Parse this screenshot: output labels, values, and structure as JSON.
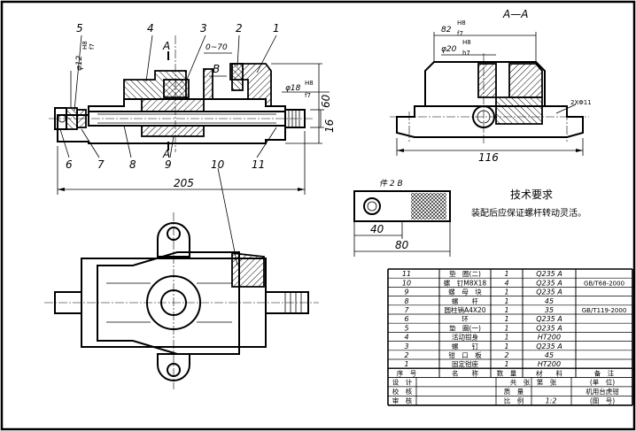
{
  "section_label": "A—A",
  "part2_label": "件 2  B",
  "tech_title": "技术要求",
  "tech_note": "装配后应保证螺杆转动灵活。",
  "view_labels": {
    "A_top": "A",
    "A_bottom": "A",
    "B": "B"
  },
  "leader_numbers": {
    "n1": "1",
    "n2": "2",
    "n3": "3",
    "n4": "4",
    "n5": "5",
    "n6": "6",
    "n7": "7",
    "n8": "8",
    "n9": "9",
    "n10": "10",
    "n11": "11"
  },
  "dimensions": {
    "d205": "205",
    "d60": "60",
    "d16": "16",
    "d0_70": "0~70",
    "d12": "φ12",
    "d12_fit_top": "H8",
    "d12_fit_bot": "f7",
    "d18": "φ18",
    "d18_fit_top": "H8",
    "d18_fit_bot": "f7",
    "d82": "82",
    "d82_fit_top": "H8",
    "d82_fit_bot": "f7",
    "d20": "φ20",
    "d20_fit_top": "H8",
    "d20_fit_bot": "h7",
    "d116": "116",
    "d2x11": "2XΦ11",
    "d40": "40",
    "d80": "80"
  },
  "bom": {
    "rows": [
      {
        "no": "11",
        "name": "垫　圈(二)",
        "qty": "1",
        "mat": "Q235 A",
        "note": ""
      },
      {
        "no": "10",
        "name": "螺　钉M8X18",
        "qty": "4",
        "mat": "Q235 A",
        "note": "GB/T68-2000"
      },
      {
        "no": "9",
        "name": "螺　母　块",
        "qty": "1",
        "mat": "Q235 A",
        "note": ""
      },
      {
        "no": "8",
        "name": "螺　　杆",
        "qty": "1",
        "mat": "45",
        "note": ""
      },
      {
        "no": "7",
        "name": "圆柱销A4X20",
        "qty": "1",
        "mat": "35",
        "note": "GB/T119-2000"
      },
      {
        "no": "6",
        "name": "环",
        "qty": "1",
        "mat": "Q235 A",
        "note": ""
      },
      {
        "no": "5",
        "name": "垫　圈(一)",
        "qty": "1",
        "mat": "Q235 A",
        "note": ""
      },
      {
        "no": "4",
        "name": "活动钳身",
        "qty": "1",
        "mat": "HT200",
        "note": ""
      },
      {
        "no": "3",
        "name": "螺　　钉",
        "qty": "1",
        "mat": "Q235 A",
        "note": ""
      },
      {
        "no": "2",
        "name": "钳　口　板",
        "qty": "2",
        "mat": "45",
        "note": ""
      },
      {
        "no": "1",
        "name": "固定钳座",
        "qty": "1",
        "mat": "HT200",
        "note": ""
      }
    ],
    "header": {
      "no": "序　号",
      "name": "名　　称",
      "qty": "数　量",
      "mat": "材　　料",
      "note": "备　注"
    },
    "title_block": {
      "design": "设　计",
      "check": "校　核",
      "review": "审　核",
      "sheets": "共　张　第　张",
      "unit": "(单　位)",
      "weight": "质　量",
      "part_name": "机用台虎钳",
      "scale_label": "比　例",
      "scale_value": "1:2",
      "drawing_no": "(图　号)"
    }
  }
}
